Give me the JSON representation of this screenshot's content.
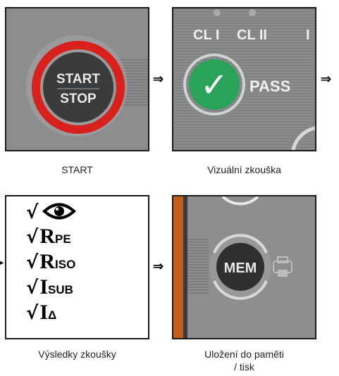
{
  "steps": [
    {
      "caption": "START",
      "button_line1": "START",
      "button_line2": "STOP"
    },
    {
      "caption": "Vizuální zkouška",
      "label_cl1": "CL I",
      "label_cl2": "CL II",
      "label_cl3": "I",
      "pass_label": "PASS"
    },
    {
      "caption": "Výsledky zkoušky"
    },
    {
      "caption_line1": "Uložení do paměti",
      "caption_line2": "/ tisk",
      "mem_label": "MEM"
    }
  ],
  "results": [
    {
      "check": "√",
      "icon": "eye-icon"
    },
    {
      "check": "√",
      "main": "R",
      "sub": "PE"
    },
    {
      "check": "√",
      "main": "R",
      "sub": "ISO"
    },
    {
      "check": "√",
      "main": "I",
      "sub": "SUB"
    },
    {
      "check": "√",
      "main": "I",
      "sub": "Δ"
    }
  ],
  "arrow": "⇒",
  "colors": {
    "panel_gray": "#8a8c8e",
    "red_ring": "#d8211d",
    "green": "#2aa25a",
    "button_dark": "#2e2f31",
    "orange_edge": "#c0601a"
  }
}
